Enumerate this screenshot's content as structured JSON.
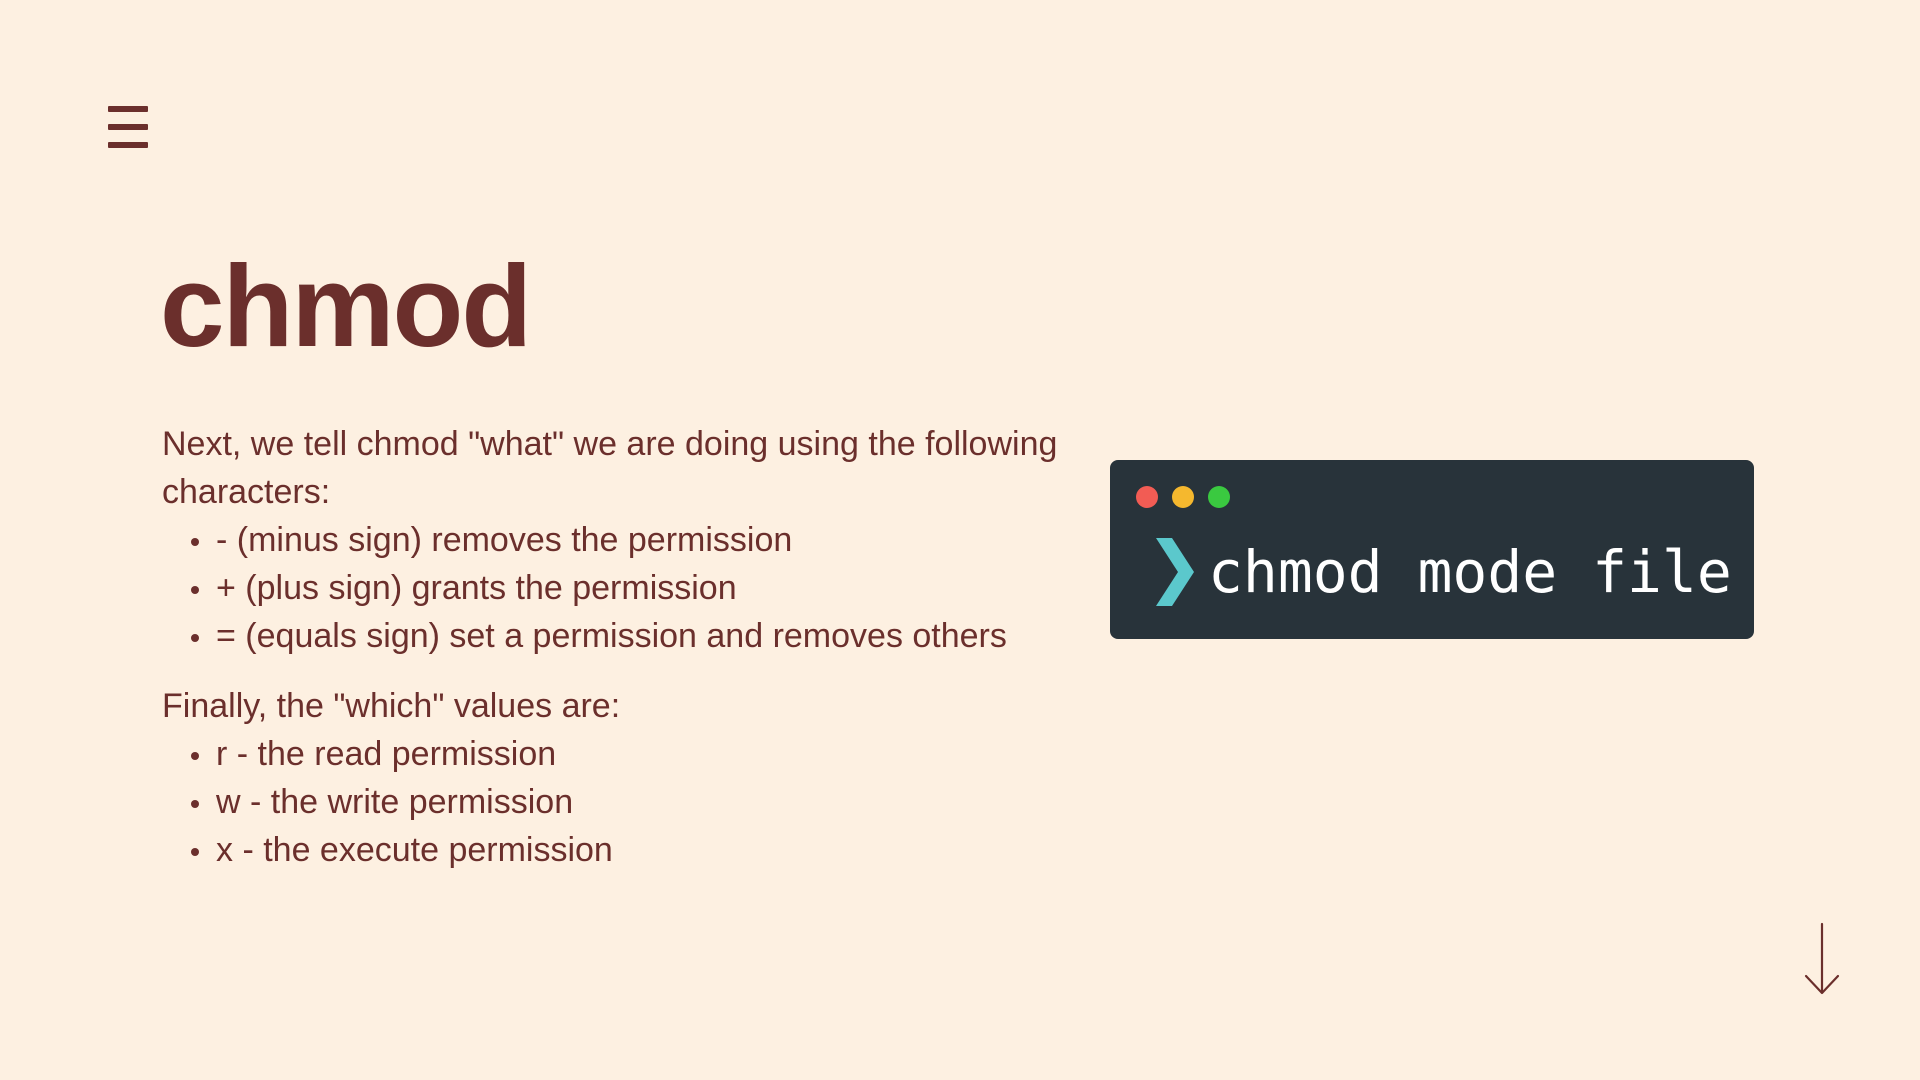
{
  "nav": {
    "menu_icon": "hamburger-menu-icon",
    "next_icon": "arrow-down-icon"
  },
  "slide": {
    "title": "chmod",
    "intro": "Next, we tell chmod \"what\" we are doing using the following characters:",
    "operators": [
      "- (minus sign) removes the permission",
      "+ (plus sign) grants the permission",
      "= (equals sign) set a permission and removes others"
    ],
    "which_intro": "Finally, the \"which\" values are:",
    "which_values": [
      "r - the read permission",
      "w - the write permission",
      "x - the execute permission"
    ]
  },
  "terminal": {
    "command": "chmod mode file",
    "prompt_icon": "chevron-right-icon",
    "dot_colors": [
      "#f25c54",
      "#f5b82e",
      "#3ac940"
    ],
    "prompt_color": "#5bc8cc",
    "background": "#28333a"
  },
  "colors": {
    "background": "#fdf0e1",
    "text": "#6b2f2c"
  }
}
